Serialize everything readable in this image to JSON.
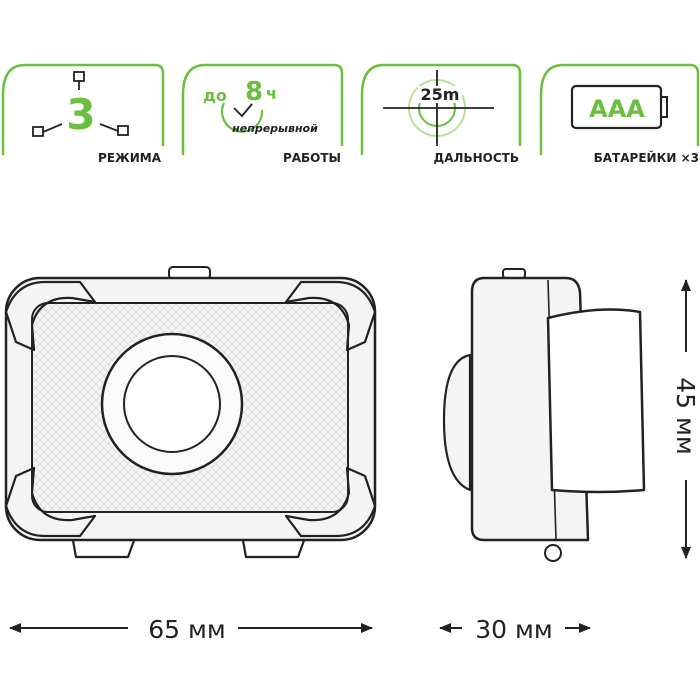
{
  "colors": {
    "accent": "#6abf3f",
    "line": "#222222",
    "housing": "#f2f2f2"
  },
  "badges": [
    {
      "icon": "modes-icon",
      "value": "3",
      "label": "РЕЖИМА"
    },
    {
      "icon": "clock-icon",
      "prefix": "до",
      "value": "8",
      "unit": "ч",
      "sub": "непрерывной",
      "label": "РАБОТЫ"
    },
    {
      "icon": "crosshair-icon",
      "value": "25m",
      "label": "ДАЛЬНОСТЬ"
    },
    {
      "icon": "battery-icon",
      "value": "AAA",
      "label": "БАТАРЕЙКИ ×3"
    }
  ],
  "dimensions": {
    "width": "65 мм",
    "depth": "30 мм",
    "height": "45 мм"
  }
}
